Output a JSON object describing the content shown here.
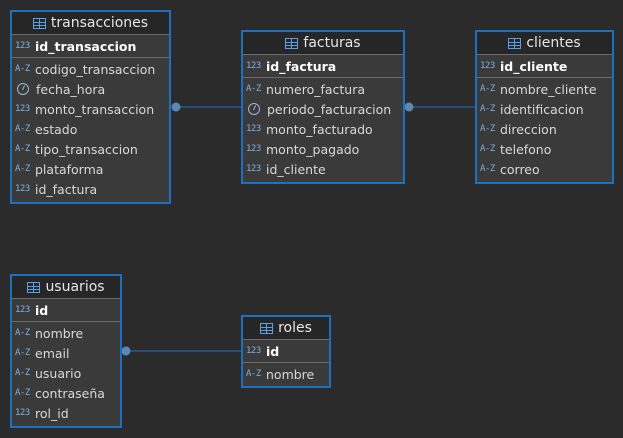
{
  "entities": {
    "transacciones": {
      "title": "transacciones",
      "pk": {
        "name": "id_transaccion",
        "icon": "123"
      },
      "columns": [
        {
          "name": "codigo_transaccion",
          "icon": "A-Z"
        },
        {
          "name": "fecha_hora",
          "icon": "clock"
        },
        {
          "name": "monto_transaccion",
          "icon": "123"
        },
        {
          "name": "estado",
          "icon": "A-Z"
        },
        {
          "name": "tipo_transaccion",
          "icon": "A-Z"
        },
        {
          "name": "plataforma",
          "icon": "A-Z"
        },
        {
          "name": "id_factura",
          "icon": "123"
        }
      ]
    },
    "facturas": {
      "title": "facturas",
      "pk": {
        "name": "id_factura",
        "icon": "123"
      },
      "columns": [
        {
          "name": "numero_factura",
          "icon": "A-Z"
        },
        {
          "name": "periodo_facturacion",
          "icon": "clock"
        },
        {
          "name": "monto_facturado",
          "icon": "123"
        },
        {
          "name": "monto_pagado",
          "icon": "123"
        },
        {
          "name": "id_cliente",
          "icon": "123"
        }
      ]
    },
    "clientes": {
      "title": "clientes",
      "pk": {
        "name": "id_cliente",
        "icon": "123"
      },
      "columns": [
        {
          "name": "nombre_cliente",
          "icon": "A-Z"
        },
        {
          "name": "identificacion",
          "icon": "A-Z"
        },
        {
          "name": "direccion",
          "icon": "A-Z"
        },
        {
          "name": "telefono",
          "icon": "A-Z"
        },
        {
          "name": "correo",
          "icon": "A-Z"
        }
      ]
    },
    "usuarios": {
      "title": "usuarios",
      "pk": {
        "name": "id",
        "icon": "123"
      },
      "columns": [
        {
          "name": "nombre",
          "icon": "A-Z"
        },
        {
          "name": "email",
          "icon": "A-Z"
        },
        {
          "name": "usuario",
          "icon": "A-Z"
        },
        {
          "name": "contraseña",
          "icon": "A-Z"
        },
        {
          "name": "rol_id",
          "icon": "123"
        }
      ]
    },
    "roles": {
      "title": "roles",
      "pk": {
        "name": "id",
        "icon": "123"
      },
      "columns": [
        {
          "name": "nombre",
          "icon": "A-Z"
        }
      ]
    }
  },
  "relationships": [
    {
      "from": "transacciones",
      "to": "facturas"
    },
    {
      "from": "facturas",
      "to": "clientes"
    },
    {
      "from": "usuarios",
      "to": "roles"
    }
  ],
  "colors": {
    "border": "#1f6fbf",
    "link": "#1f6fbf",
    "dot": "#5b86b5",
    "background": "#2b2b2b"
  }
}
